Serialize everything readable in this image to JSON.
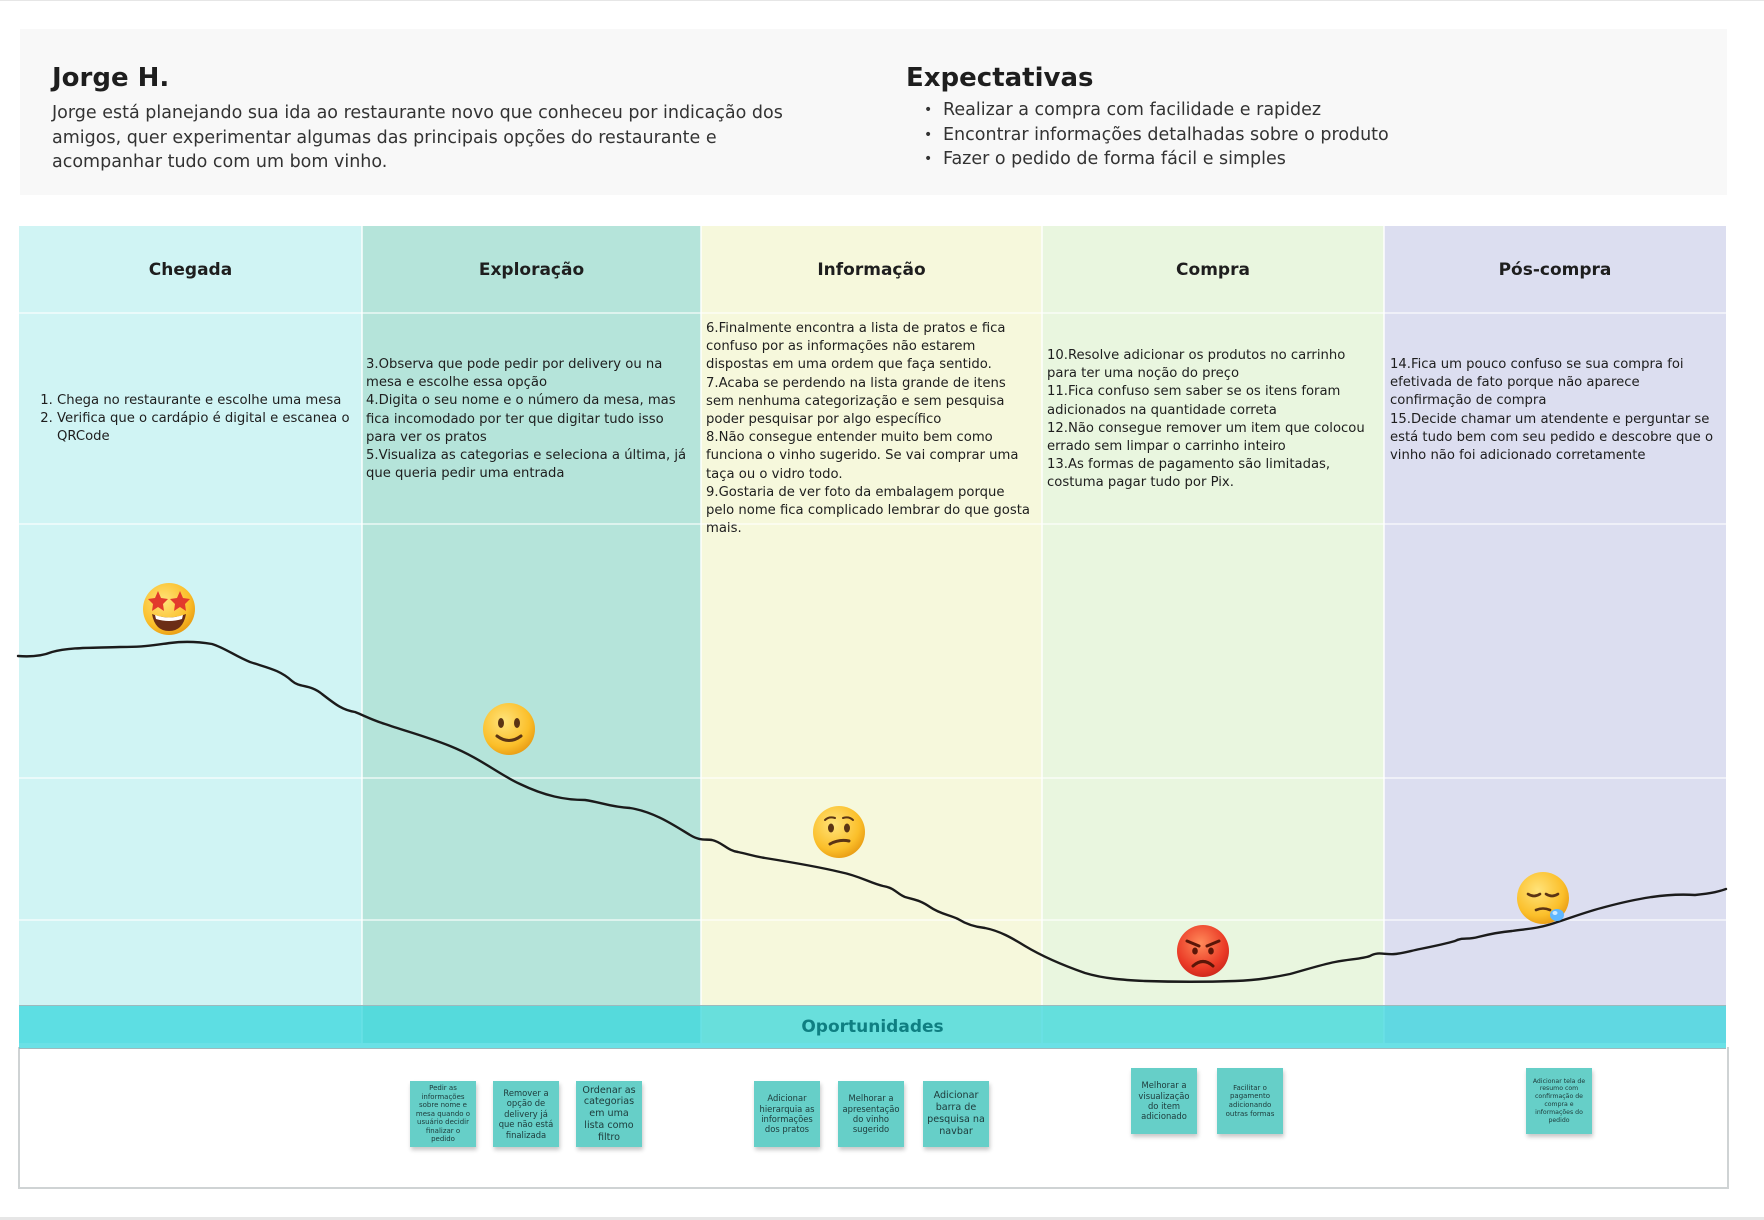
{
  "persona": {
    "name": "Jorge H.",
    "description": "Jorge está planejando sua ida ao restaurante novo que conheceu por indicação dos amigos, quer experimentar algumas das principais opções do restaurante e acompanhar tudo com um bom vinho."
  },
  "expectations": {
    "title": "Expectativas",
    "items": [
      "Realizar a compra com facilidade e rapidez",
      "Encontrar informações detalhadas sobre o produto",
      "Fazer o pedido de forma fácil e simples"
    ]
  },
  "phases": [
    {
      "title": "Chegada",
      "color": "#d0f4f4",
      "steps": [
        "Chega no restaurante e escolhe uma mesa",
        "Verifica que o cardápio é digital e escanea o QRCode"
      ],
      "emotion": "star-struck"
    },
    {
      "title": "Exploração",
      "color": "#b5e4da",
      "steps": [
        "3.Observa que pode pedir por delivery ou na mesa e escolhe essa opção",
        "4.Digita o seu nome e o número da mesa, mas fica incomodado por ter que digitar tudo isso para ver os pratos",
        "5.Visualiza as categorias e seleciona a última, já que queria pedir uma entrada"
      ],
      "emotion": "slightly-smiling"
    },
    {
      "title": "Informação",
      "color": "#f6f8dc",
      "steps": [
        "6.Finalmente encontra a lista de pratos e fica confuso por as informações não estarem dispostas em uma ordem que faça sentido.",
        "7.Acaba se perdendo na lista grande de itens sem nenhuma categorização e sem pesquisa poder pesquisar por algo específico",
        "8.Não consegue entender muito bem como funciona o vinho sugerido. Se vai comprar uma taça ou o vidro todo.",
        "9.Gostaria de ver foto da embalagem porque pelo nome fica complicado lembrar do que gosta mais."
      ],
      "emotion": "confused"
    },
    {
      "title": "Compra",
      "color": "#e9f6df",
      "steps": [
        "10.Resolve adicionar os produtos no carrinho para ter uma noção do preço",
        "11.Fica confuso sem saber se os itens foram adicionados na quantidade correta",
        "12.Não consegue remover um item que colocou errado sem limpar o carrinho inteiro",
        "13.As formas de pagamento são limitadas, costuma pagar tudo por Pix."
      ],
      "emotion": "angry"
    },
    {
      "title": "Pós-compra",
      "color": "#dcdef0",
      "steps": [
        "14.Fica um pouco confuso se sua compra foi efetivada de fato porque não aparece confirmação de compra",
        "15.Decide chamar um atendente e perguntar se está tudo bem com seu pedido e descobre que o vinho não foi adicionado corretamente"
      ],
      "emotion": "sleepy"
    }
  ],
  "opportunities": {
    "title": "Oportunidades",
    "notes": [
      "Pedir as informações sobre nome e mesa quando o usuário decidir finalizar o pedido",
      "Remover a opção de delivery já que não está finalizada",
      "Ordenar as categorias em uma lista como filtro",
      "Adicionar hierarquia as informações dos pratos",
      "Melhorar a apresentação do vinho sugerido",
      "Adicionar barra de pesquisa na navbar",
      "Melhorar a visualização do item adicionado",
      "Facilitar o pagamento adicionando outras formas",
      "Adicionar tela de resumo com confirmação de compra e informações do pedido"
    ]
  }
}
